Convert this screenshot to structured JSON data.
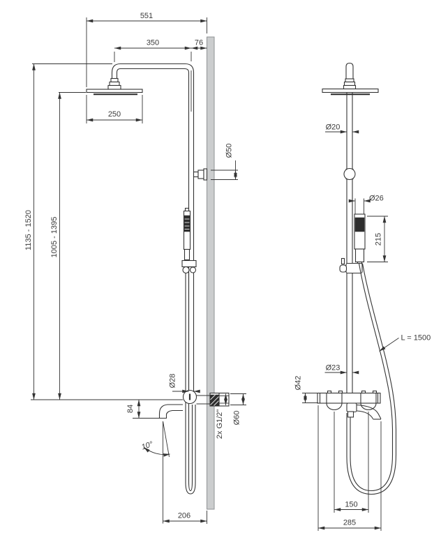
{
  "colors": {
    "bg": "#ffffff",
    "line": "#333333",
    "label": "#3a3a3a",
    "wall_fill": "#cbcdce",
    "wall_edge": "#8f9294",
    "dark_fill": "#2e2e2e"
  },
  "side_view": {
    "labels": {
      "overall_width": "551",
      "arm_reach": "350",
      "wall_offset": "76",
      "head_diameter": "250",
      "wall_bracket_diameter": "Ø50",
      "overall_height_range": "1135 - 1520",
      "riser_height_range": "1005 - 1395",
      "riser_diameter": "Ø28",
      "spout_drop": "84",
      "wall_connection": "2x G1/2\"",
      "escutcheon_diameter": "Ø60",
      "spout_angle": "10°",
      "spout_projection": "206"
    }
  },
  "front_view": {
    "labels": {
      "arm_pipe_diameter": "Ø20",
      "handshower_diameter": "Ø26",
      "handshower_length": "215",
      "hose_length": "L = 1500",
      "riser_pipe_diameter": "Ø23",
      "body_diameter": "Ø42",
      "handle_spacing": "150",
      "overall_body_width": "285"
    }
  }
}
